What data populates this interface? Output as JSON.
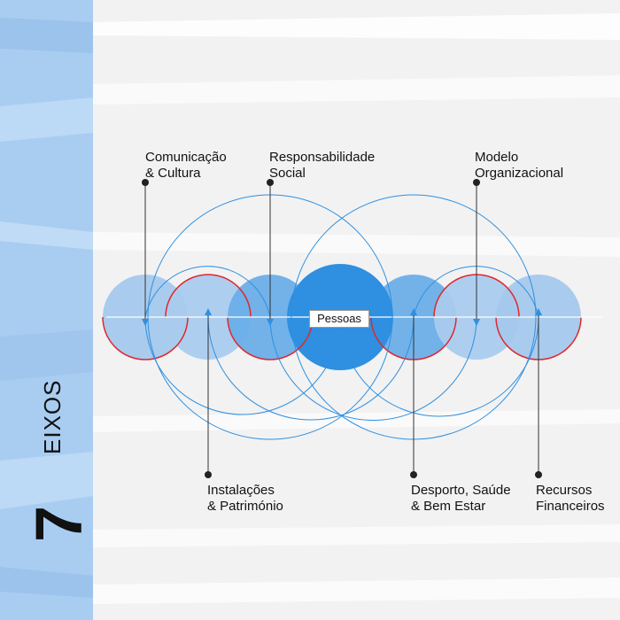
{
  "side_title": {
    "number": "7",
    "word": "EIXOS"
  },
  "center": {
    "label": "Pessoas"
  },
  "axes": [
    {
      "id": "comunicacao",
      "line1": "Comunicação",
      "line2": "& Cultura"
    },
    {
      "id": "responsabilidade",
      "line1": "Responsabilidade",
      "line2": "Social"
    },
    {
      "id": "modelo",
      "line1": "Modelo",
      "line2": "Organizacional"
    },
    {
      "id": "instalacoes",
      "line1": "Instalações",
      "line2": "& Património"
    },
    {
      "id": "desporto",
      "line1": "Desporto, Saúde",
      "line2": "& Bem Estar"
    },
    {
      "id": "recursos",
      "line1": "Recursos",
      "line2": "Financeiros"
    }
  ],
  "colors": {
    "sidebar": "#a9cdf1",
    "circle_light": "#a4c8ec",
    "circle_mid": "#6aaee8",
    "circle_center": "#2f8fe0",
    "accent_red": "#e0282e",
    "connector": "#2f8fe0"
  }
}
